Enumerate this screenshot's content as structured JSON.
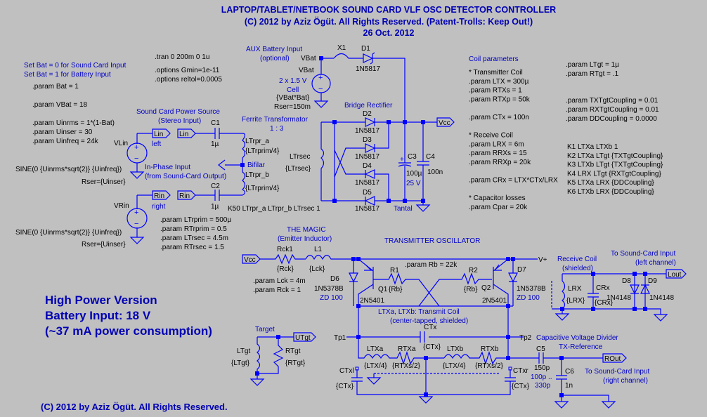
{
  "header": {
    "title": "LAPTOP/TABLET/NETBOOK SOUND CARD VLF OSC DETECTOR CONTROLLER",
    "copyright": "(C) 2012 by Aziz Ögüt. All Rights Reserved. (Patent-Trolls: Keep Out!)",
    "date": "26 Oct. 2012"
  },
  "notes": {
    "bat0": "Set Bat = 0 for Sound Card Input",
    "bat1": "Set Bat = 1 for Battery Input",
    "high_power": [
      "High Power Version",
      "Battery Input: 18 V",
      "(~37 mA power consumption)"
    ],
    "footer": "(C) 2012 by Aziz Ögüt. All Rights Reserved."
  },
  "directives_left": [
    ".param Bat = 1",
    ".param VBat = 18",
    ".param Uinrms = 1*(1-Bat)",
    ".param Uinser = 30",
    ".param Uinfreq = 24k"
  ],
  "directives_sim": [
    ".tran 0 200m 0 1u",
    ".options Gmin=1e-11",
    ".options reltol=0.0005"
  ],
  "sound_source": {
    "title": "Sound Card Power Source",
    "subtitle": "(Stereo Input)",
    "vlin": "VLin",
    "vrin": "VRin",
    "sine": "SINE(0 {Uinrms*sqrt(2)} {Uinfreq})",
    "rser": "Rser={Uinser}",
    "lin": "Lin",
    "rin": "Rin",
    "left": "left",
    "right": "right",
    "inphase": "In-Phase Input",
    "inphase2": "(from Sound-Card Output)",
    "c1": "C1",
    "c2": "C2",
    "c_val": "1µ"
  },
  "transformer": {
    "title": "Ferrite Transformator",
    "ratio": "1 : 3",
    "ltrpr_a": "LTrpr_a",
    "ltrpr_b": "LTrpr_b",
    "ltrprim4": "{LTrprim/4}",
    "bifilar": "Bifilar",
    "ltrsec": "LTrsec",
    "ltrsec_val": "{LTrsec}",
    "k50": "K50 LTrpr_a LTrpr_b LTrsec 1",
    "params": [
      ".param LTrprim = 500µ",
      ".param RTrprim = 0.5",
      ".param LTrsec = 4.5m",
      ".param RTrsec = 1.5"
    ]
  },
  "battery": {
    "title": "AUX Battery Input",
    "subtitle": "(optional)",
    "vbat_net": "VBat",
    "vbat": "VBat",
    "cell": "2 x 1.5 V",
    "cell2": "Cell",
    "value": "{VBat*Bat}",
    "rser": "Rser=150m",
    "x1": "X1",
    "d1": "D1",
    "diode": "1N5817"
  },
  "bridge": {
    "title": "Bridge Rectifier",
    "diodes": [
      "D2",
      "D3",
      "D4",
      "D5"
    ],
    "part": "1N5817",
    "c3": "C3",
    "c3_val": "100µ",
    "c3_v": "25 V",
    "c3_type": "Tantal",
    "c4": "C4",
    "c4_val": "100n",
    "vcc": "Vcc"
  },
  "coil_params": {
    "title": "Coil parameters",
    "lines": [
      "* Transmitter Coil",
      ".param LTX = 300µ",
      ".param RTXs = 1",
      ".param RTXp = 50k",
      "",
      ".param CTx = 100n",
      "",
      "* Receive Coil",
      ".param LRX = 6m",
      ".param RRXs = 15",
      ".param RRXp = 20k",
      "",
      ".param CRx = LTX*CTx/LRX",
      "",
      "* Capacitor losses",
      ".param Cpar = 20k"
    ],
    "right_lines": [
      ".param LTgt = 1µ",
      ".param RTgt = .1",
      "",
      "",
      ".param TXTgtCoupling = 0.01",
      ".param RXTgtCoupling = 0.01",
      ".param DDCoupling = 0.0000"
    ],
    "k_lines": [
      "K1 LTXa LTXb 1",
      "K2 LTXa LTgt {TXTgtCoupling}",
      "K3 LTXb LTgt {TXTgtCoupling}",
      "K4 LRX LTgt {RXTgtCoupling}",
      "K5 LTXa LRX {DDCoupling}",
      "K6 LTXb LRX {DDCoupling}"
    ]
  },
  "oscillator": {
    "magic": "THE MAGIC",
    "magic2": "(Emitter Inductor)",
    "title": "TRANSMITTER OSCILLATOR",
    "vcc": "Vcc",
    "rck1": "Rck1",
    "rck": "{Rck}",
    "l1": "L1",
    "lck": "{Lck}",
    "lck_param": ".param Lck = 4m",
    "rck_param": ".param Rck = 1",
    "rb_param": ".param Rb = 22k",
    "d6": "D6",
    "d7": "D7",
    "zener": "1N5378B",
    "zd": "ZD 100",
    "q1": "Q1",
    "q2": "Q2",
    "transistor": "2N5401",
    "r1": "R1",
    "r2": "R2",
    "rb": "{Rb}",
    "vplus": "V+",
    "coil_note": "LTXa, LTXb: Transmit Coil",
    "coil_note2": "(center-tapped, shielded)",
    "ctx": "CTx",
    "ctx_val": "{CTx}",
    "tp1": "Tp1",
    "tp2": "Tp2",
    "ltxa": "LTXa",
    "ltxb": "LTXb",
    "ltx4": "{LTX/4}",
    "rtxa": "RTXa",
    "rtxb": "RTXb",
    "rtxs2": "{RTXs/2}",
    "ctxl": "CTxl",
    "ctxr": "CTxr"
  },
  "divider": {
    "title": "Capacitive Voltage Divider",
    "sub": "TX-Reference",
    "c5": "C5",
    "c5_val": "150p",
    "c5_range1": "100p ..",
    "c5_range2": "330p",
    "c6": "C6",
    "c6_val": "1n",
    "rout": "ROut",
    "to1": "To Sound-Card Input",
    "to2": "(right channel)"
  },
  "receive": {
    "title": "Receive Coil",
    "sub": "(shielded)",
    "to1": "To Sound-Card Input",
    "to2": "(left channel)",
    "lrx": "LRX",
    "lrx_val": "{LRX}",
    "crx": "CRx",
    "crx_val": "{CRx}",
    "d8": "D8",
    "d9": "D9",
    "diode": "1N4148",
    "lout": "Lout"
  },
  "target": {
    "title": "Target",
    "ltgt": "LTgt",
    "ltgt_val": "{LTgt}",
    "rtgt": "RTgt",
    "rtgt_val": "{RTgt}",
    "utgt": "UTgt"
  }
}
